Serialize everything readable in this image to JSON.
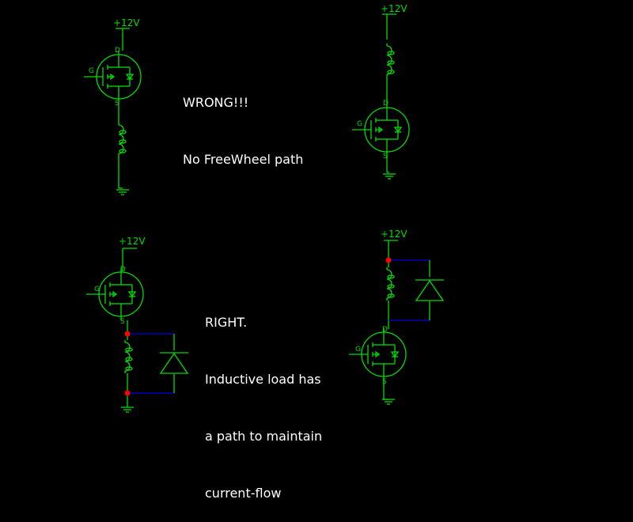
{
  "supply_label": "+12V",
  "pins": {
    "drain": "D",
    "gate": "G",
    "source": "S"
  },
  "notes": {
    "wrong_title": "WRONG!!!",
    "wrong_detail": "No FreeWheel path",
    "right_title": "RIGHT.",
    "right_line1": "Inductive load has",
    "right_line2": "a path to maintain",
    "right_line3": "current-flow"
  },
  "colors": {
    "background": "#000000",
    "wire": "#00dd00",
    "diode_loop": "#0000dd",
    "node": "#ff0000",
    "text": "#ffffff"
  }
}
